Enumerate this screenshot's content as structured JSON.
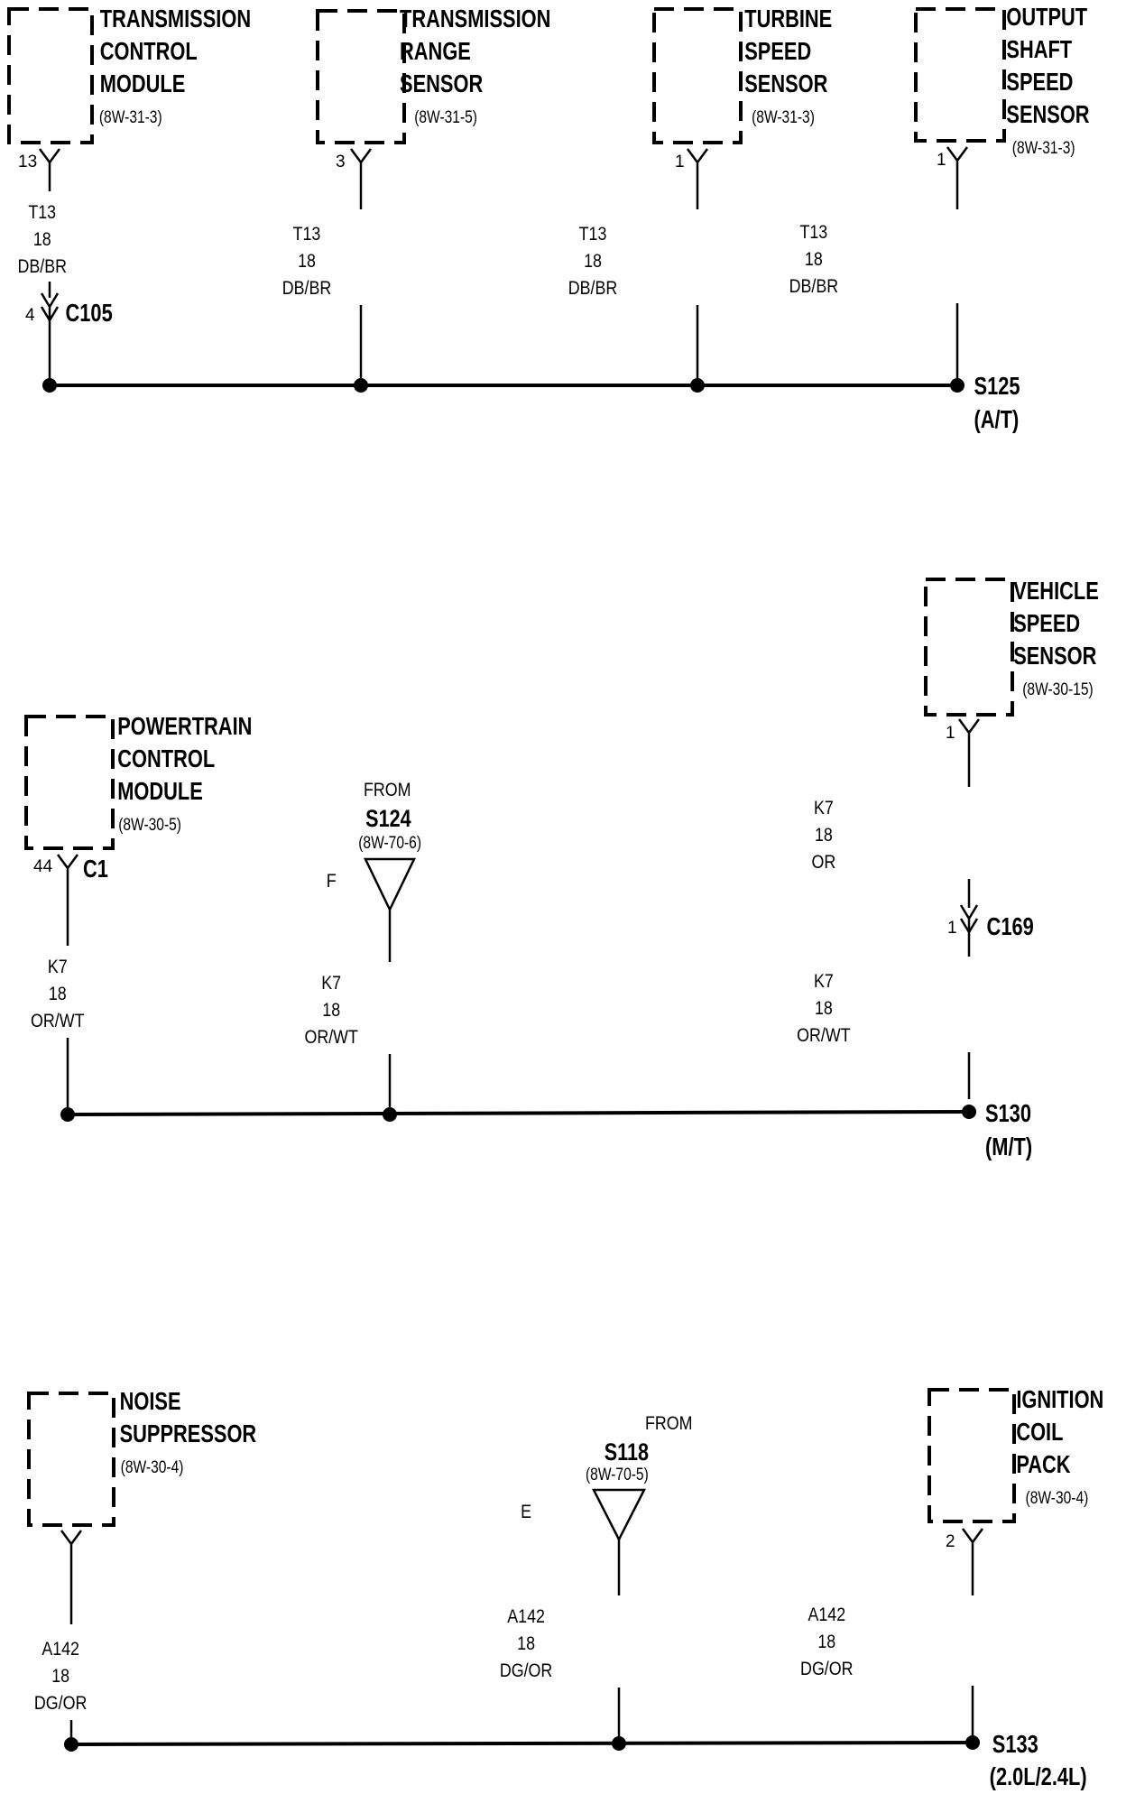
{
  "sections": [
    {
      "splice": {
        "id": "S125",
        "note": "(A/T)"
      },
      "branches": [
        {
          "component": [
            "TRANSMISSION",
            "CONTROL",
            "MODULE"
          ],
          "ref": "(8W-31-3)",
          "pin": "13",
          "wire": [
            "T13",
            "18",
            "DB/BR"
          ],
          "inline_connector": {
            "pin": "4",
            "name": "C105"
          }
        },
        {
          "component": [
            "TRANSMISSION",
            "RANGE",
            "SENSOR"
          ],
          "ref": "(8W-31-5)",
          "pin": "3",
          "wire": [
            "T13",
            "18",
            "DB/BR"
          ]
        },
        {
          "component": [
            "TURBINE",
            "SPEED",
            "SENSOR"
          ],
          "ref": "(8W-31-3)",
          "pin": "1",
          "wire": [
            "T13",
            "18",
            "DB/BR"
          ]
        },
        {
          "component": [
            "OUTPUT",
            "SHAFT",
            "SPEED",
            "SENSOR"
          ],
          "ref": "(8W-31-3)",
          "pin": "1",
          "wire": [
            "T13",
            "18",
            "DB/BR"
          ]
        }
      ]
    },
    {
      "splice": {
        "id": "S130",
        "note": "(M/T)"
      },
      "branches": [
        {
          "component": [
            "POWERTRAIN",
            "CONTROL",
            "MODULE"
          ],
          "ref": "(8W-30-5)",
          "pin": "44",
          "connector": "C1",
          "wire": [
            "K7",
            "18",
            "OR/WT"
          ]
        },
        {
          "from_label": "FROM",
          "from_id": "S124",
          "from_ref": "(8W-70-6)",
          "from_letter": "F",
          "wire": [
            "K7",
            "18",
            "OR/WT"
          ]
        },
        {
          "component": [
            "VEHICLE",
            "SPEED",
            "SENSOR"
          ],
          "ref": "(8W-30-15)",
          "pin": "1",
          "wire_upper": [
            "K7",
            "18",
            "OR"
          ],
          "inline_connector": {
            "pin": "1",
            "name": "C169"
          },
          "wire": [
            "K7",
            "18",
            "OR/WT"
          ]
        }
      ]
    },
    {
      "splice": {
        "id": "S133",
        "note": "(2.0L/2.4L)"
      },
      "branches": [
        {
          "component": [
            "NOISE",
            "SUPPRESSOR"
          ],
          "ref": "(8W-30-4)",
          "wire": [
            "A142",
            "18",
            "DG/OR"
          ]
        },
        {
          "from_label": "FROM",
          "from_id": "S118",
          "from_ref": "(8W-70-5)",
          "from_letter": "E",
          "wire": [
            "A142",
            "18",
            "DG/OR"
          ]
        },
        {
          "component": [
            "IGNITION",
            "COIL",
            "PACK"
          ],
          "ref": "(8W-30-4)",
          "pin": "2",
          "wire": [
            "A142",
            "18",
            "DG/OR"
          ]
        }
      ]
    }
  ]
}
